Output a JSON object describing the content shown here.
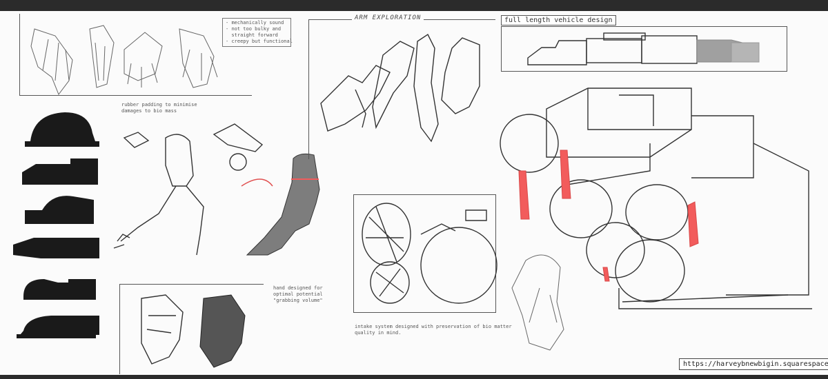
{
  "notes": {
    "hand_criteria": [
      "mechanically sound",
      "not too bulky and",
      "straight forward",
      "creepy but functional"
    ],
    "arm_exploration_title": "ARM EXPLORATION",
    "vehicle_title": "full length vehicle design",
    "rubber_padding": [
      "rubber padding to minimise",
      "damages to bio mass"
    ],
    "hand_designed": [
      "hand designed for",
      "optimal potential",
      "\"grabbing volume\""
    ],
    "intake_system": [
      "intake system designed with preservation of bio matter",
      "quality in mind."
    ],
    "url": "https://harveybnewbigin.squarespace.com/"
  },
  "colors": {
    "frame_bar": "#2b2b2b",
    "accent_red": "#f25c5c",
    "sketch_line": "#666666",
    "silhouette": "#1a1a1a",
    "grey_fill": "#7d7d7d"
  }
}
